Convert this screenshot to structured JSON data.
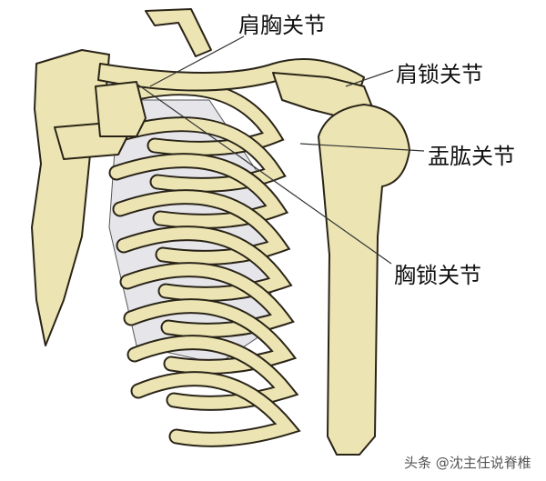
{
  "labels": {
    "scapulothoracic": "肩胸关节",
    "acromioclavicular": "肩锁关节",
    "glenohumeral": "盂肱关节",
    "sternoclavicular": "胸锁关节"
  },
  "watermark": "头条 @沈主任说脊椎",
  "colors": {
    "bone": "#ece5b3",
    "outline": "#2a2418",
    "background": "#ffffff"
  }
}
